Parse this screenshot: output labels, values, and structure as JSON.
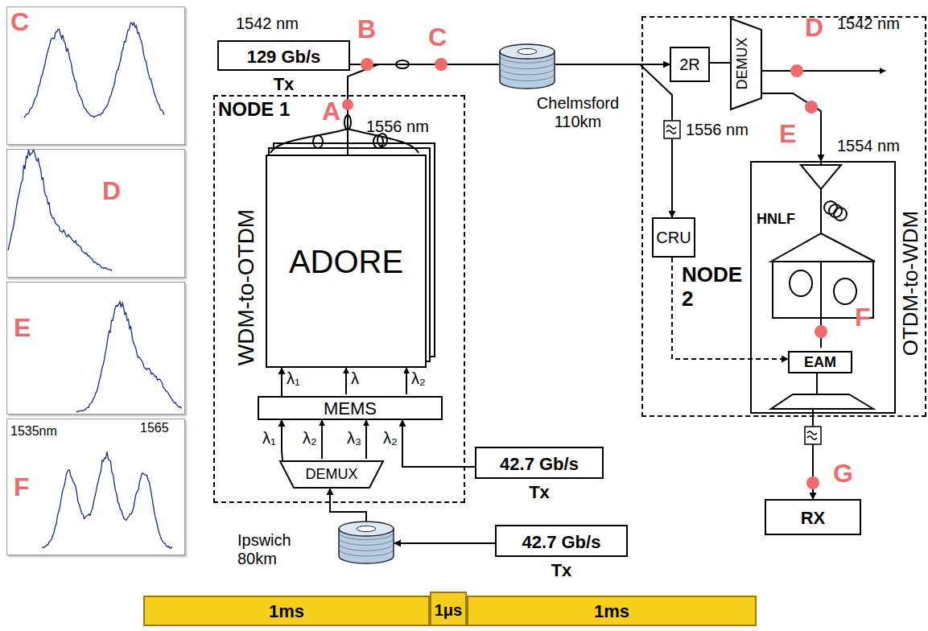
{
  "diagram": {
    "nodes": [
      {
        "text": [
          "C"
        ]
      },
      {
        "text": [
          "D"
        ]
      },
      {
        "text": [
          "E"
        ]
      },
      {
        "text": [
          "1535nm",
          "1565",
          "F"
        ]
      },
      {
        "text": [
          "129 Gb/s",
          "Tx"
        ]
      },
      {
        "text": [
          "NODE 1",
          "WDM-to-OTDM"
        ]
      },
      {
        "text": [
          "ADORE"
        ],
        "in": 5
      },
      {
        "text": [
          "MEMS"
        ],
        "in": 5
      },
      {
        "text": [
          "DEMUX"
        ],
        "in": 5
      },
      {
        "text": [
          "42.7 Gb/s",
          "Tx"
        ]
      },
      {
        "text": [
          "42.7 Gb/s",
          "Tx"
        ]
      },
      {
        "text": [
          "Chelmsford 110km"
        ]
      },
      {
        "text": [
          "Ipswich 80km"
        ]
      },
      {
        "text": [
          "NODE 2"
        ]
      },
      {
        "text": [
          "2R"
        ],
        "in": 13
      },
      {
        "text": [
          "DEMUX"
        ],
        "in": 13
      },
      {
        "text": [
          "CRU"
        ],
        "in": 13
      },
      {
        "text": [
          "OTDM-to-WDM"
        ],
        "in": 13
      },
      {
        "text": [
          "EAM"
        ],
        "in": 17
      },
      {
        "text": [
          "RX"
        ]
      },
      {
        "text": [
          "1ms"
        ]
      },
      {
        "text": [
          "1μs"
        ]
      },
      {
        "text": [
          "1ms"
        ]
      }
    ],
    "edges": [
      {
        "from": 4,
        "to": 11,
        "arrow": "none"
      },
      {
        "from": 6,
        "to": 11,
        "arrow": "none"
      },
      {
        "from": 11,
        "to": 14,
        "arrow": "to"
      },
      {
        "from": 11,
        "to": 16,
        "arrow": "to"
      },
      {
        "from": 14,
        "to": 15,
        "arrow": "none"
      },
      {
        "from": 15,
        "to": 17,
        "arrow": "to"
      },
      {
        "from": 16,
        "to": 18,
        "arrow": "to"
      },
      {
        "from": 17,
        "to": 19,
        "arrow": "to"
      },
      {
        "from": 8,
        "to": 7,
        "arrow": "to"
      },
      {
        "from": 9,
        "to": 7,
        "arrow": "to"
      },
      {
        "from": 7,
        "to": 6,
        "arrow": "to"
      },
      {
        "from": 10,
        "to": 12,
        "arrow": "to"
      },
      {
        "from": 12,
        "to": 8,
        "arrow": "to"
      }
    ],
    "labels": [
      "1542 nm",
      "B",
      "C",
      "A",
      "1556 nm",
      "λ₁",
      "λ",
      "λ₂",
      "λ₁",
      "λ₂",
      "λ₃",
      "λ₂",
      "D",
      "1542 nm",
      "E",
      "1556 nm",
      "1554 nm",
      "HNLF",
      "F",
      "G"
    ]
  }
}
